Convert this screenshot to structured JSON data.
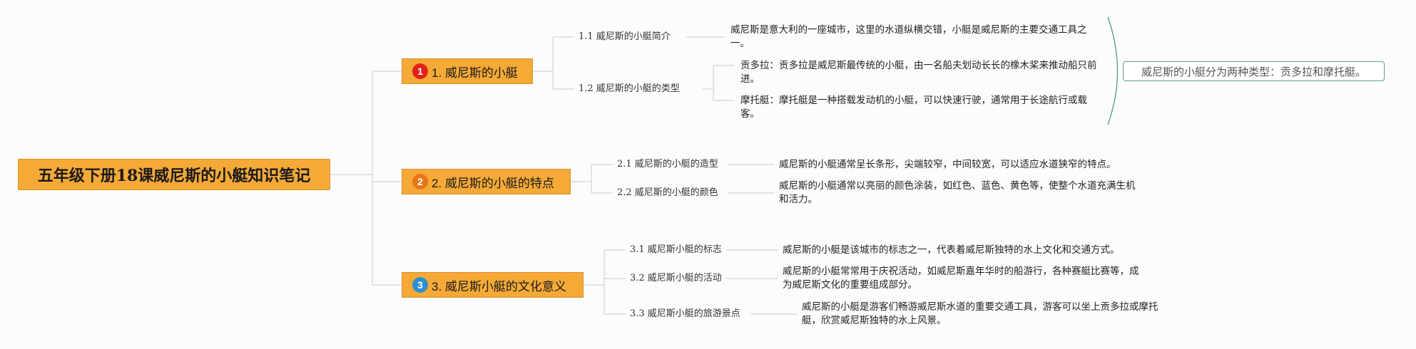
{
  "root": {
    "title": "五年级下册18课威尼斯的小艇知识笔记"
  },
  "branches": [
    {
      "badge": "1",
      "badge_color": "#e2231a",
      "title": "1. 威尼斯的小艇",
      "children": [
        {
          "label": "1.1 威尼斯的小艇简介",
          "details": [
            "威尼斯是意大利的一座城市，这里的水道纵横交错，小艇是威尼斯的主要交通工具之一。"
          ]
        },
        {
          "label": "1.2 威尼斯的小艇的类型",
          "details": [
            "贡多拉：贡多拉是威尼斯最传统的小艇，由一名船夫划动长长的橡木桨来推动船只前进。",
            "摩托艇：摩托艇是一种搭载发动机的小艇，可以快速行驶，通常用于长途航行或载客。"
          ]
        }
      ],
      "summary": "威尼斯的小艇分为两种类型：贡多拉和摩托艇。"
    },
    {
      "badge": "2",
      "badge_color": "#e8751a",
      "title": "2. 威尼斯的小艇的特点",
      "children": [
        {
          "label": "2.1 威尼斯的小艇的造型",
          "details": [
            "威尼斯的小艇通常呈长条形，尖端较窄，中间较宽，可以适应水道狭窄的特点。"
          ]
        },
        {
          "label": "2.2 威尼斯的小艇的颜色",
          "details": [
            "威尼斯的小艇通常以亮丽的颜色涂装，如红色、蓝色、黄色等，使整个水道充满生机和活力。"
          ]
        }
      ]
    },
    {
      "badge": "3",
      "badge_color": "#2d8fd0",
      "title": "3. 威尼斯小艇的文化意义",
      "children": [
        {
          "label": "3.1 威尼斯小艇的标志",
          "details": [
            "威尼斯的小艇是该城市的标志之一，代表着威尼斯独特的水上文化和交通方式。"
          ]
        },
        {
          "label": "3.2 威尼斯小艇的活动",
          "details": [
            "威尼斯的小艇常常用于庆祝活动，如威尼斯嘉年华时的船游行，各种赛艇比赛等，成为威尼斯文化的重要组成部分。"
          ]
        },
        {
          "label": "3.3 威尼斯小艇的旅游景点",
          "details": [
            "威尼斯的小艇是游客们畅游威尼斯水道的重要交通工具，游客可以坐上贡多拉或摩托艇，欣赏威尼斯独特的水上风景。"
          ]
        }
      ]
    }
  ],
  "colors": {
    "node_fill": "#f5a937",
    "line": "#cfcfcf",
    "summary_border": "#5f9e8f"
  }
}
